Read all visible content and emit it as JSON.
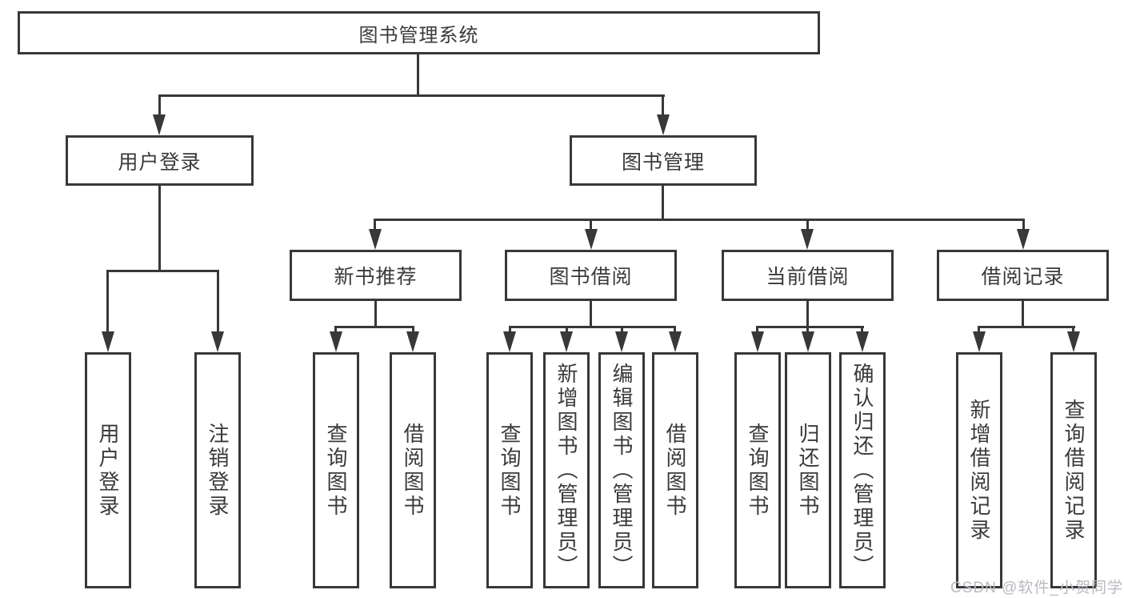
{
  "tree": {
    "label": "图书管理系统",
    "children": [
      {
        "label": "用户登录",
        "children": [
          {
            "label": "用户登录"
          },
          {
            "label": "注销登录"
          }
        ]
      },
      {
        "label": "图书管理",
        "children": [
          {
            "label": "新书推荐",
            "children": [
              {
                "label": "查询图书"
              },
              {
                "label": "借阅图书"
              }
            ]
          },
          {
            "label": "图书借阅",
            "children": [
              {
                "label": "查询图书"
              },
              {
                "label": "新增图书（管理员）"
              },
              {
                "label": "编辑图书（管理员）"
              },
              {
                "label": "借阅图书"
              }
            ]
          },
          {
            "label": "当前借阅",
            "children": [
              {
                "label": "查询图书"
              },
              {
                "label": "归还图书"
              },
              {
                "label": "确认归还（管理员）"
              }
            ]
          },
          {
            "label": "借阅记录",
            "children": [
              {
                "label": "新增借阅记录"
              },
              {
                "label": "查询借阅记录"
              }
            ]
          }
        ]
      }
    ]
  },
  "watermark": {
    "text": "CSDN @软件_小贺同学"
  },
  "colors": {
    "line": "#383838",
    "text": "#3a3a3a",
    "watermark": "#b9b9c0",
    "background": "#ffffff"
  }
}
